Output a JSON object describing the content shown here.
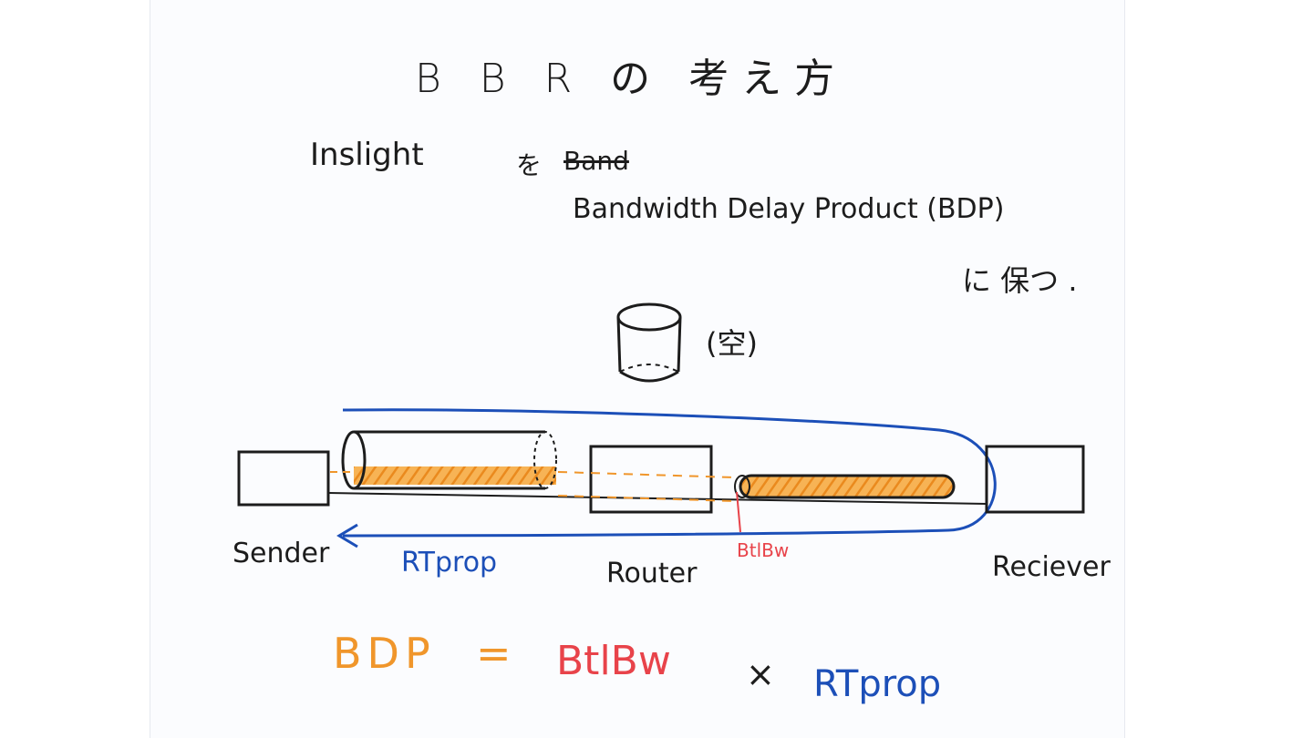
{
  "title": "B B R の 考え方",
  "insight": {
    "word": "Inslight",
    "particle": "を",
    "struck": "Band",
    "phrase": "Bandwidth Delay Product (BDP)",
    "keep": "に 保つ ."
  },
  "bucket_label": "(空)",
  "nodes": {
    "sender": "Sender",
    "router": "Router",
    "receiver": "Reciever"
  },
  "rtprop_label": "RTprop",
  "btlbw_label": "BtlBw",
  "formula": {
    "lhs": "BDP",
    "eq": "=",
    "btlbw": "BtlBw",
    "times": "×",
    "rtprop": "RTprop"
  },
  "colors": {
    "ink": "#1c1c1c",
    "blue": "#1c4fb8",
    "orange": "#f0962b",
    "red": "#e8434a"
  }
}
